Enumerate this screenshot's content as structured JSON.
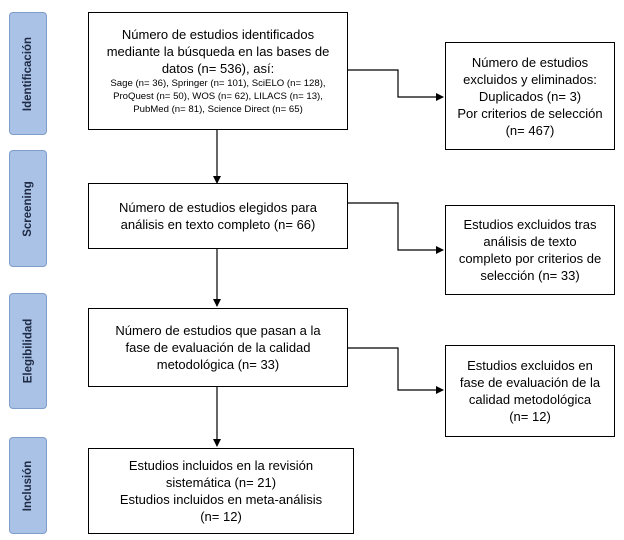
{
  "phases": {
    "identificacion": "Identificación",
    "screening": "Screening",
    "elegibilidad": "Elegibilidad",
    "inclusion": "Inclusión"
  },
  "boxes": {
    "identified": {
      "lines": [
        "Número de estudios identificados",
        "mediante la búsqueda en las bases de",
        "datos (n= 536), así:"
      ],
      "sources": [
        "Sage (n= 36), Springer (n= 101), SciELO (n= 128),",
        "ProQuest (n= 50), WOS (n= 62), LILACS (n= 13),",
        "PubMed (n= 81), Science Direct (n= 65)"
      ]
    },
    "excluded_duplicates": {
      "lines": [
        "Número de estudios",
        "excluidos y eliminados:",
        "Duplicados (n= 3)",
        "Por criterios de selección",
        "(n= 467)"
      ]
    },
    "full_text": {
      "lines": [
        "Número de estudios elegidos para",
        "análisis en texto completo (n= 66)"
      ]
    },
    "excluded_full_text": {
      "lines": [
        "Estudios excluidos tras",
        "análisis de texto",
        "completo por criterios de",
        "selección (n= 33)"
      ]
    },
    "quality_eval": {
      "lines": [
        "Número de estudios que pasan a la",
        "fase de evaluación de la calidad",
        "metodológica (n= 33)"
      ]
    },
    "excluded_quality": {
      "lines": [
        "Estudios excluidos en",
        "fase de evaluación de la",
        "calidad metodológica",
        "(n= 12)"
      ]
    },
    "included": {
      "lines": [
        "Estudios incluidos en la revisión",
        "sistemática (n= 21)",
        "Estudios incluidos en meta-análisis",
        "(n= 12)"
      ]
    }
  }
}
